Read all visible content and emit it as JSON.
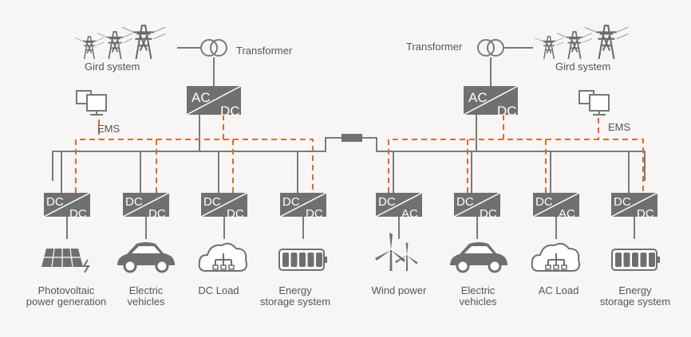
{
  "left": {
    "grid_label": "Gird system",
    "transformer_label": "Transformer",
    "ems_label": "EMS",
    "main_converter": {
      "top": "AC",
      "bottom": "DC"
    },
    "units": [
      {
        "top": "DC",
        "bottom": "DC",
        "device": "solar-panel",
        "line1": "Photovoltaic",
        "line2": "power generation"
      },
      {
        "top": "DC",
        "bottom": "DC",
        "device": "car",
        "line1": "Electric",
        "line2": "vehicles"
      },
      {
        "top": "DC",
        "bottom": "DC",
        "device": "dc-load",
        "line1": "DC Load",
        "line2": ""
      },
      {
        "top": "DC",
        "bottom": "DC",
        "device": "battery",
        "line1": "Energy",
        "line2": "storage system"
      }
    ]
  },
  "right": {
    "grid_label": "Gird system",
    "transformer_label": "Transformer",
    "ems_label": "EMS",
    "main_converter": {
      "top": "AC",
      "bottom": "DC"
    },
    "units": [
      {
        "top": "DC",
        "bottom": "AC",
        "device": "wind-turbine",
        "line1": "Wind power",
        "line2": ""
      },
      {
        "top": "DC",
        "bottom": "DC",
        "device": "car",
        "line1": "Electric",
        "line2": "vehicles"
      },
      {
        "top": "DC",
        "bottom": "AC",
        "device": "ac-load",
        "line1": "AC Load",
        "line2": ""
      },
      {
        "top": "DC",
        "bottom": "DC",
        "device": "battery",
        "line1": "Energy",
        "line2": "storage system"
      }
    ]
  },
  "colors": {
    "line": "#7a7a7a",
    "box": "#707070",
    "dash": "#e8662a",
    "text": "#555555",
    "bg": "#f7f6f4"
  }
}
